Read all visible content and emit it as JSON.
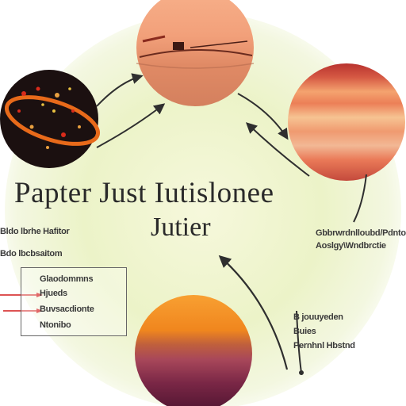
{
  "diagram": {
    "title_line1": "Papter Just Iutislonee",
    "title_line2": "Jutier",
    "labels": {
      "left_top_1": "Bldo lbrhe Hafitor",
      "left_top_2": "Bdo lbcbsaitom",
      "box_line_1": "Glaodommns",
      "box_line_2": "Hjueds",
      "box_line_3": "Buvsacdionte",
      "box_line_4": "Ntonibo",
      "right_mid_1": "Gbbrwrdnlloubd/Pdnto",
      "right_mid_2": "Aoslgy\\Wndbrctie",
      "right_bottom_1": "B jouuyeden",
      "right_bottom_2": "Buies",
      "right_bottom_3": "Pernhnl Hbstnd"
    },
    "colors": {
      "background_glow": "#e9f2c4",
      "planet_dark": "#1a1010",
      "planet_orange_top": "#f2a070",
      "planet_striped": "#e66d4f",
      "planet_sunset_top": "#f59220",
      "planet_sunset_bottom": "#5a1632",
      "arrow": "#2f2f2f",
      "accent_red": "#d21a1a"
    }
  }
}
